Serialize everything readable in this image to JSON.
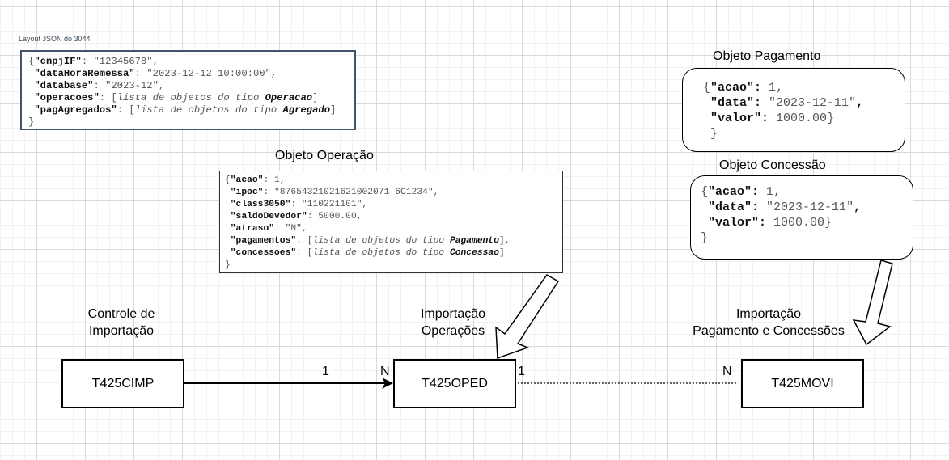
{
  "layout": {
    "caption": "Layout JSON do 3044",
    "lines": [
      [
        {
          "t": "{",
          "c": "p"
        },
        {
          "t": "\"cnpjIF\"",
          "c": "k"
        },
        {
          "t": ": ",
          "c": "p"
        },
        {
          "t": "\"12345678\"",
          "c": "v"
        },
        {
          "t": ",",
          "c": "p"
        }
      ],
      [
        {
          "t": " ",
          "c": "p"
        },
        {
          "t": "\"dataHoraRemessa\"",
          "c": "k"
        },
        {
          "t": ": ",
          "c": "p"
        },
        {
          "t": "\"2023-12-12 10:00:00\"",
          "c": "v"
        },
        {
          "t": ",",
          "c": "p"
        }
      ],
      [
        {
          "t": " ",
          "c": "p"
        },
        {
          "t": "\"database\"",
          "c": "k"
        },
        {
          "t": ": ",
          "c": "p"
        },
        {
          "t": "\"2023-12\"",
          "c": "v"
        },
        {
          "t": ",",
          "c": "p"
        }
      ],
      [
        {
          "t": " ",
          "c": "p"
        },
        {
          "t": "\"operacoes\"",
          "c": "k"
        },
        {
          "t": ": [",
          "c": "p"
        },
        {
          "t": "lista de objetos do tipo ",
          "c": "i"
        },
        {
          "t": "Operacao",
          "c": "b"
        },
        {
          "t": "]",
          "c": "p"
        }
      ],
      [
        {
          "t": " ",
          "c": "p"
        },
        {
          "t": "\"pagAgregados\"",
          "c": "k"
        },
        {
          "t": ": [",
          "c": "p"
        },
        {
          "t": "lista de objetos do tipo ",
          "c": "i"
        },
        {
          "t": "Agregado",
          "c": "b"
        },
        {
          "t": "]",
          "c": "p"
        }
      ],
      [
        {
          "t": "}",
          "c": "p"
        }
      ]
    ]
  },
  "operacao": {
    "title": "Objeto Operação",
    "lines": [
      [
        {
          "t": "{",
          "c": "p"
        },
        {
          "t": "\"acao\"",
          "c": "k"
        },
        {
          "t": ": ",
          "c": "p"
        },
        {
          "t": "1",
          "c": "v"
        },
        {
          "t": ",",
          "c": "p"
        }
      ],
      [
        {
          "t": " ",
          "c": "p"
        },
        {
          "t": "\"ipoc\"",
          "c": "k"
        },
        {
          "t": ": ",
          "c": "p"
        },
        {
          "t": "\"87654321021621002071 6C1234\"",
          "c": "v"
        },
        {
          "t": ",",
          "c": "p"
        }
      ],
      [
        {
          "t": " ",
          "c": "p"
        },
        {
          "t": "\"class3050\"",
          "c": "k"
        },
        {
          "t": ": ",
          "c": "p"
        },
        {
          "t": "\"110221101\"",
          "c": "v"
        },
        {
          "t": ",",
          "c": "p"
        }
      ],
      [
        {
          "t": " ",
          "c": "p"
        },
        {
          "t": "\"saldoDevedor\"",
          "c": "k"
        },
        {
          "t": ": ",
          "c": "p"
        },
        {
          "t": "5000.00",
          "c": "v"
        },
        {
          "t": ",",
          "c": "p"
        }
      ],
      [
        {
          "t": " ",
          "c": "p"
        },
        {
          "t": "\"atraso\"",
          "c": "k"
        },
        {
          "t": ": ",
          "c": "p"
        },
        {
          "t": "\"N\"",
          "c": "v"
        },
        {
          "t": ",",
          "c": "p"
        }
      ],
      [
        {
          "t": " ",
          "c": "p"
        },
        {
          "t": "\"pagamentos\"",
          "c": "k"
        },
        {
          "t": ": [",
          "c": "p"
        },
        {
          "t": "lista de objetos do tipo ",
          "c": "i"
        },
        {
          "t": "Pagamento",
          "c": "b"
        },
        {
          "t": "],",
          "c": "p"
        }
      ],
      [
        {
          "t": " ",
          "c": "p"
        },
        {
          "t": "\"concessoes\"",
          "c": "k"
        },
        {
          "t": ": [",
          "c": "p"
        },
        {
          "t": "lista de objetos do tipo ",
          "c": "i"
        },
        {
          "t": "Concessao",
          "c": "b"
        },
        {
          "t": "]",
          "c": "p"
        }
      ],
      [
        {
          "t": "}",
          "c": "p"
        }
      ]
    ]
  },
  "pagamento": {
    "title": "Objeto Pagamento",
    "lines": [
      [
        {
          "t": "{",
          "c": "p"
        },
        {
          "t": "\"acao\"",
          "c": "k"
        },
        {
          "t": ": ",
          "c": "k"
        },
        {
          "t": "1",
          "c": "v"
        },
        {
          "t": ",",
          "c": "p"
        }
      ],
      [
        {
          "t": " ",
          "c": "p"
        },
        {
          "t": "\"data\"",
          "c": "k"
        },
        {
          "t": ": ",
          "c": "k"
        },
        {
          "t": "\"2023-12-11\"",
          "c": "v"
        },
        {
          "t": ",",
          "c": "k"
        }
      ],
      [
        {
          "t": " ",
          "c": "p"
        },
        {
          "t": "\"valor\"",
          "c": "k"
        },
        {
          "t": ": ",
          "c": "k"
        },
        {
          "t": "1000.00",
          "c": "v"
        },
        {
          "t": "}",
          "c": "p"
        }
      ],
      [
        {
          "t": " }",
          "c": "p"
        }
      ]
    ]
  },
  "concessao": {
    "title": "Objeto Concessão",
    "lines": [
      [
        {
          "t": "{",
          "c": "p"
        },
        {
          "t": "\"acao\"",
          "c": "k"
        },
        {
          "t": ": ",
          "c": "k"
        },
        {
          "t": "1",
          "c": "v"
        },
        {
          "t": ",",
          "c": "p"
        }
      ],
      [
        {
          "t": " ",
          "c": "p"
        },
        {
          "t": "\"data\"",
          "c": "k"
        },
        {
          "t": ": ",
          "c": "k"
        },
        {
          "t": "\"2023-12-11\"",
          "c": "v"
        },
        {
          "t": ",",
          "c": "k"
        }
      ],
      [
        {
          "t": " ",
          "c": "p"
        },
        {
          "t": "\"valor\"",
          "c": "k"
        },
        {
          "t": ": ",
          "c": "k"
        },
        {
          "t": "1000.00",
          "c": "v"
        },
        {
          "t": "}",
          "c": "p"
        }
      ],
      [
        {
          "t": "}",
          "c": "p"
        }
      ]
    ]
  },
  "entities": {
    "cimp": {
      "name": "T425CIMP",
      "label_line1": "Controle de",
      "label_line2": "Importação"
    },
    "oped": {
      "name": "T425OPED",
      "label_line1": "Importação",
      "label_line2": "Operações"
    },
    "movi": {
      "name": "T425MOVI",
      "label_line1": "Importação",
      "label_line2": "Pagamento e Concessões"
    }
  },
  "relations": {
    "cimp_oped": {
      "from_card": "1",
      "to_card": "N",
      "style": "solid-arrow"
    },
    "oped_movi": {
      "from_card": "1",
      "to_card": "N",
      "style": "dotted"
    }
  }
}
